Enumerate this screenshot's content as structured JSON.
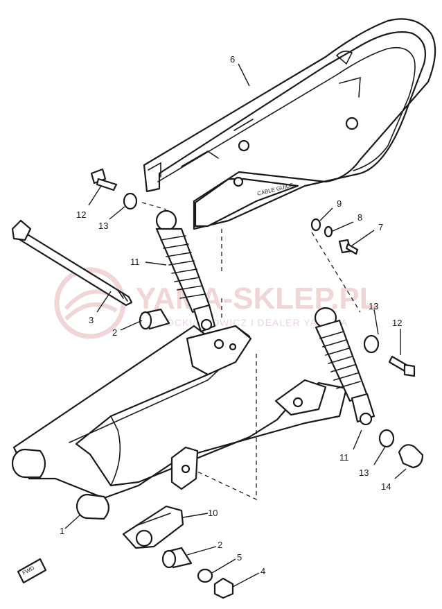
{
  "watermark": {
    "title": "YAMA-SKLEP.PL",
    "subtitle": "WYSOCKI/CHOWICZ I DEALER YAMAHA"
  },
  "chain_case_stamp": "CABLE GUIDE",
  "fwd_tag": "FWD",
  "callouts": [
    "1",
    "2",
    "3",
    "4",
    "5",
    "6",
    "7",
    "8",
    "9",
    "10",
    "11",
    "12",
    "13",
    "14"
  ],
  "labels": {
    "c6": "6",
    "c12_left": "12",
    "c13_left": "13",
    "c11_left": "11",
    "c3": "3",
    "c2_top": "2",
    "c9": "9",
    "c8": "8",
    "c7": "7",
    "c13_right": "13",
    "c12_right": "12",
    "c11_right": "11",
    "c13_lower": "13",
    "c14": "14",
    "c10": "10",
    "c1": "1",
    "c2_bottom": "2",
    "c5": "5",
    "c4": "4"
  },
  "colors": {
    "ink": "#1a1a1a",
    "watermark": "#f0d6d6",
    "background": "#ffffff"
  }
}
